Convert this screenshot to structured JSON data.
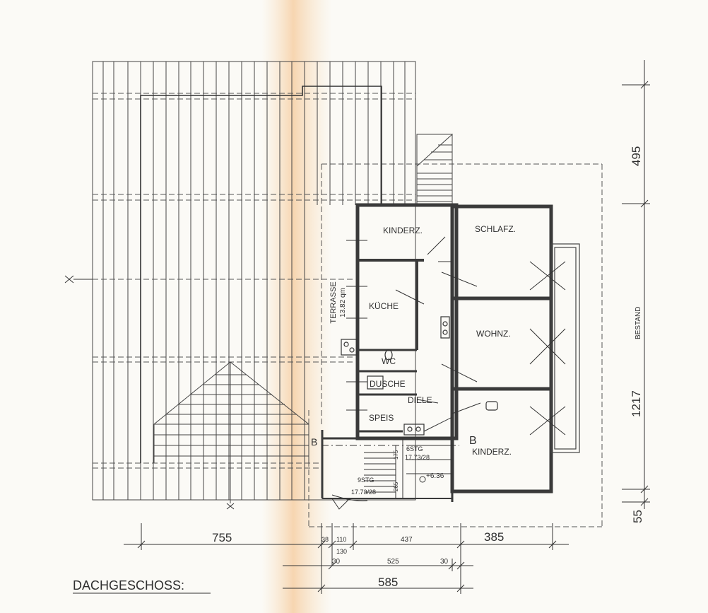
{
  "drawing": {
    "title": "DACHGESCHOSS:",
    "rooms": {
      "kinderz_top": "KINDERZ.",
      "schlafz": "SCHLAFZ.",
      "kueche": "KÜCHE",
      "wohnz": "WOHNZ.",
      "wc": "WC",
      "dusche": "DUSCHE",
      "diele": "DIELE",
      "speis": "SPEIS",
      "kinderz_bottom": "KINDERZ."
    },
    "terrace": {
      "name": "TERRASSE",
      "area": "13.82 qm"
    },
    "bestand": "BESTAND",
    "section_marks": {
      "left": "B",
      "right": "B"
    },
    "stairs": {
      "upper": "6STG",
      "upper_ratio": "17.73/28",
      "lower": "9STG",
      "lower_ratio": "17.73/28",
      "small_a": "175",
      "small_b": "265"
    },
    "level": "+6.36",
    "dimensions": {
      "bottom_755": "755",
      "bottom_38": "38",
      "bottom_110": "110",
      "bottom_130": "130",
      "bottom_437": "437",
      "bottom_385": "385",
      "bottom_30_left": "30",
      "bottom_525": "525",
      "bottom_30_right": "30",
      "bottom_585": "585",
      "right_495": "495",
      "right_1217": "1217",
      "right_55": "55"
    }
  }
}
